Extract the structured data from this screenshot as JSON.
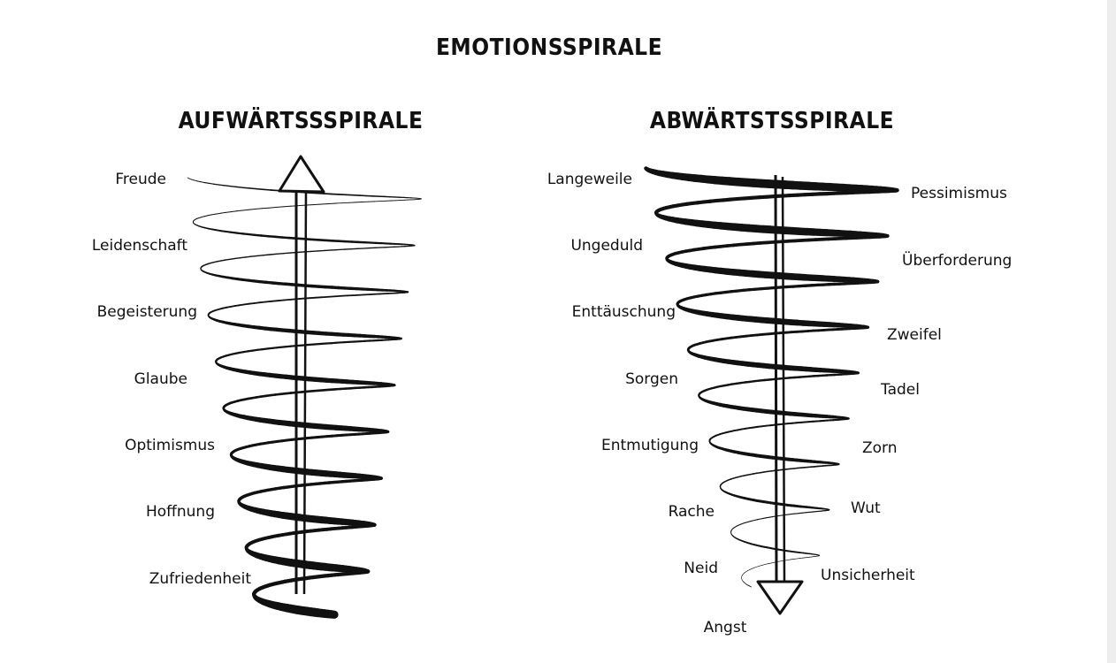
{
  "main_title": "EMOTIONSSPIRALE",
  "upward": {
    "title": "AUFWÄRTSSSPIRALE",
    "labels": [
      "Freude",
      "Leidenschaft",
      "Begeisterung",
      "Glaube",
      "Optimismus",
      "Hoffnung",
      "Zufriedenheit"
    ],
    "arrow_direction": "up"
  },
  "downward": {
    "title": "ABWÄRTSTSSPIRALE",
    "left_labels": [
      "Langeweile",
      "Ungeduld",
      "Enttäuschung",
      "Sorgen",
      "Entmutigung",
      "Rache",
      "Neid"
    ],
    "right_labels": [
      "Pessimismus",
      "Überforderung",
      "Zweifel",
      "Tadel",
      "Zorn",
      "Wut",
      "Unsicherheit"
    ],
    "bottom_label": "Angst",
    "arrow_direction": "down"
  },
  "colors": {
    "ink": "#111111",
    "background": "#ffffff"
  }
}
